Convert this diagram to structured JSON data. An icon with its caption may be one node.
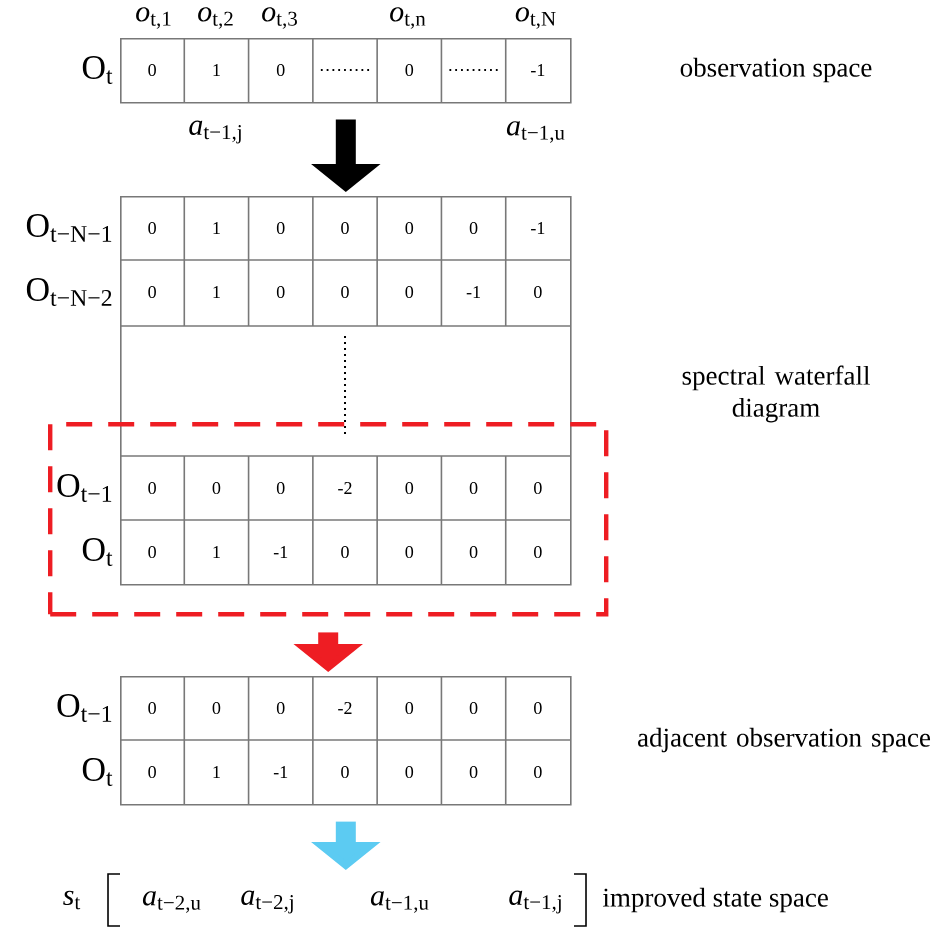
{
  "diagram": {
    "nodes": [
      {
        "text": [
          "0",
          "1",
          "0",
          "0",
          "-1"
        ],
        "beside": [
          "O$_{t}$",
          "*o*$_{t,1}$",
          "*o*$_{t,2}$",
          "*o*$_{t,3}$",
          "*o*$_{t,n}$",
          "*o*$_{t,N}$",
          "*a*$_{t−1,j}$",
          "*a*$_{t−1,u}$"
        ]
      },
      {
        "text": [
          "0",
          "1",
          "0",
          "0",
          "0",
          "0",
          "-1",
          "0",
          "1",
          "0",
          "0",
          "0",
          "-1",
          "0"
        ],
        "beside": [
          "O$_{t−N−1}$",
          "O$_{t−N−2}$"
        ]
      },
      {
        "text": [
          "O$_{t−1}$",
          "0",
          "0",
          "0",
          "-2",
          "0",
          "0",
          "0",
          "O$_{t}$",
          "0",
          "1",
          "-1",
          "0",
          "0",
          "0",
          "0"
        ]
      },
      {
        "text": [
          "0",
          "0",
          "0",
          "-2",
          "0",
          "0",
          "0",
          "0",
          "1",
          "-1",
          "0",
          "0",
          "0",
          "0"
        ],
        "beside": [
          "O$_{t−1}$",
          "O$_{t}$"
        ]
      },
      {
        "text": [
          "*a*$_{t−2,u}$",
          "*a*$_{t−2,j}$",
          "*a*$_{t−1,u}$",
          "*a*$_{t−1,j}$"
        ]
      }
    ],
    "edges": [
      {
        "from": 0,
        "to": 1,
        "arrow": "to"
      },
      {
        "from": 2,
        "to": 3,
        "arrow": "to",
        "color": "#ee1d23"
      },
      {
        "from": 3,
        "to": 4,
        "arrow": "to",
        "color": "#5ccbf2"
      }
    ],
    "labels": [
      "observation space",
      "spectral waterfall diagram",
      "adjacent observation space",
      "*s*$_{t}$",
      "improved state space"
    ]
  }
}
